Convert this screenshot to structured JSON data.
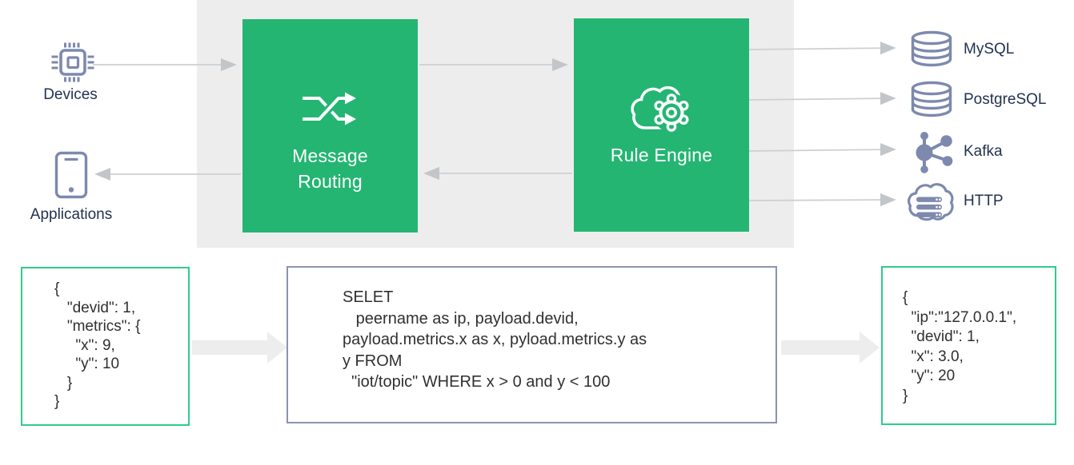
{
  "diagram": {
    "sources": [
      {
        "label": "Devices",
        "icon": "chip-icon"
      },
      {
        "label": "Applications",
        "icon": "smartphone-icon"
      }
    ],
    "stages": [
      {
        "label": "Message\nRouting",
        "icon": "shuffle-icon"
      },
      {
        "label": "Rule Engine",
        "icon": "cloud-gear-icon"
      }
    ],
    "sinks": [
      {
        "label": "MySQL",
        "icon": "database-icon"
      },
      {
        "label": "PostgreSQL",
        "icon": "database-icon"
      },
      {
        "label": "Kafka",
        "icon": "kafka-nodes-icon"
      },
      {
        "label": "HTTP",
        "icon": "cloud-server-icon"
      }
    ]
  },
  "code": {
    "input_json": "{\n   \"devid\": 1,\n   \"metrics\": {\n     \"x\": 9,\n     \"y\": 10\n   }\n}",
    "rule_sql": "SELET\n   peername as ip, payload.devid,\npayload.metrics.x as x, pyload.metrics.y as\ny FROM\n  \"iot/topic\" WHERE x > 0 and y < 100",
    "output_json": "{\n  \"ip\":\"127.0.0.1\",\n  \"devid\": 1,\n  \"x\": 3.0,\n  \"y\": 20\n}"
  },
  "colors": {
    "stage_green": "#24b573",
    "code_border_green": "#2ecc8c",
    "code_border_blue": "#8a93b0",
    "icon_blue_gray": "#7d89ad",
    "label_navy": "#22324f",
    "panel_gray": "#ededed",
    "thin_arrow_gray": "#c9cdd0",
    "block_arrow_gray": "#ededed",
    "code_text": "#303030"
  }
}
